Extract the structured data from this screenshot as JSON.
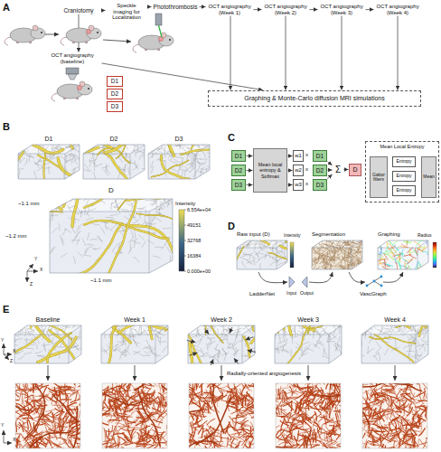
{
  "diagram": {
    "nodes": [
      {
        "text": [
          "Craniotomy"
        ]
      },
      {
        "text": [
          "Speckle imaging for Localization"
        ]
      },
      {
        "text": [
          "Photothrombosis"
        ]
      },
      {
        "text": [
          "OCT angiography (Week 1)"
        ]
      },
      {
        "text": [
          "OCT angiography (Week 2)"
        ]
      },
      {
        "text": [
          "OCT angiography (Week 3)"
        ]
      },
      {
        "text": [
          "OCT angiography (Week 4)"
        ]
      },
      {
        "text": [
          "OCT angiography (baseline)"
        ]
      },
      {
        "text": [
          "D1"
        ]
      },
      {
        "text": [
          "D2"
        ]
      },
      {
        "text": [
          "D3"
        ]
      },
      {
        "text": [
          "Graphing & Monte-Carlo diffusion MRI simulations"
        ]
      },
      {
        "text": [
          "D1"
        ]
      },
      {
        "text": [
          "D2"
        ]
      },
      {
        "text": [
          "D3"
        ]
      },
      {
        "text": [
          "Mean local entropy & Softmax"
        ]
      },
      {
        "text": [
          "w1"
        ]
      },
      {
        "text": [
          "w2"
        ]
      },
      {
        "text": [
          "w3"
        ]
      },
      {
        "text": [
          "D1"
        ]
      },
      {
        "text": [
          "D2"
        ]
      },
      {
        "text": [
          "D3"
        ]
      },
      {
        "text": [
          "Σ"
        ]
      },
      {
        "text": [
          "D"
        ]
      },
      {
        "text": [
          "Mean Local Entropy"
        ]
      },
      {
        "text": [
          "Gabor filters"
        ],
        "in": 24
      },
      {
        "text": [
          "Entropy"
        ],
        "in": 24
      },
      {
        "text": [
          "Entropy"
        ],
        "in": 24
      },
      {
        "text": [
          "Entropy"
        ],
        "in": 24
      },
      {
        "text": [
          "Mean"
        ],
        "in": 24
      }
    ],
    "edges": [
      {
        "from": 0,
        "to": 1,
        "arrow": "to"
      },
      {
        "from": 1,
        "to": 2,
        "arrow": "to"
      },
      {
        "from": 2,
        "to": 3,
        "arrow": "to"
      },
      {
        "from": 3,
        "to": 4,
        "arrow": "to"
      },
      {
        "from": 4,
        "to": 5,
        "arrow": "to"
      },
      {
        "from": 5,
        "to": 6,
        "arrow": "to"
      },
      {
        "from": 0,
        "to": 7,
        "arrow": "to"
      },
      {
        "from": 7,
        "to": 11,
        "arrow": "to"
      },
      {
        "from": 3,
        "to": 11,
        "arrow": "to"
      },
      {
        "from": 4,
        "to": 11,
        "arrow": "to"
      },
      {
        "from": 5,
        "to": 11,
        "arrow": "to"
      },
      {
        "from": 6,
        "to": 11,
        "arrow": "to"
      },
      {
        "from": 12,
        "to": 15,
        "arrow": "to"
      },
      {
        "from": 13,
        "to": 15,
        "arrow": "to"
      },
      {
        "from": 14,
        "to": 15,
        "arrow": "to"
      },
      {
        "from": 15,
        "to": 16,
        "arrow": "to"
      },
      {
        "from": 15,
        "to": 17,
        "arrow": "to"
      },
      {
        "from": 15,
        "to": 18,
        "arrow": "to"
      },
      {
        "from": 19,
        "to": 22,
        "arrow": "to"
      },
      {
        "from": 20,
        "to": 22,
        "arrow": "to"
      },
      {
        "from": 21,
        "to": 22,
        "arrow": "to"
      },
      {
        "from": 22,
        "to": 23,
        "arrow": "to"
      },
      {
        "from": 25,
        "to": 26,
        "arrow": "to"
      },
      {
        "from": 25,
        "to": 27,
        "arrow": "to"
      },
      {
        "from": 25,
        "to": 28,
        "arrow": "to"
      },
      {
        "from": 26,
        "to": 29,
        "arrow": "to"
      },
      {
        "from": 27,
        "to": 29,
        "arrow": "to"
      },
      {
        "from": 28,
        "to": 29,
        "arrow": "to"
      }
    ],
    "labels": [
      "A",
      "B",
      "D1",
      "D2",
      "D3",
      "D",
      "~1.1 mm",
      "~1.2 mm",
      "~1.1 mm",
      "Intensity",
      "6.554e+04",
      "49151",
      "32768",
      "16384",
      "0.000e+00",
      "X",
      "Y",
      "Z",
      "C",
      "x",
      "x",
      "x",
      "D",
      "Raw input (D)",
      "Intensity",
      "Segmentation",
      "Graphing",
      "Radius",
      "LadderNet",
      "Input",
      "Output",
      "VascGraph",
      "E",
      "Baseline",
      "Week 1",
      "Week 2",
      "Week 3",
      "Week 4",
      "Radially-oriented angiogenesis",
      "X",
      "Y",
      "Z",
      "X",
      "Y"
    ]
  }
}
